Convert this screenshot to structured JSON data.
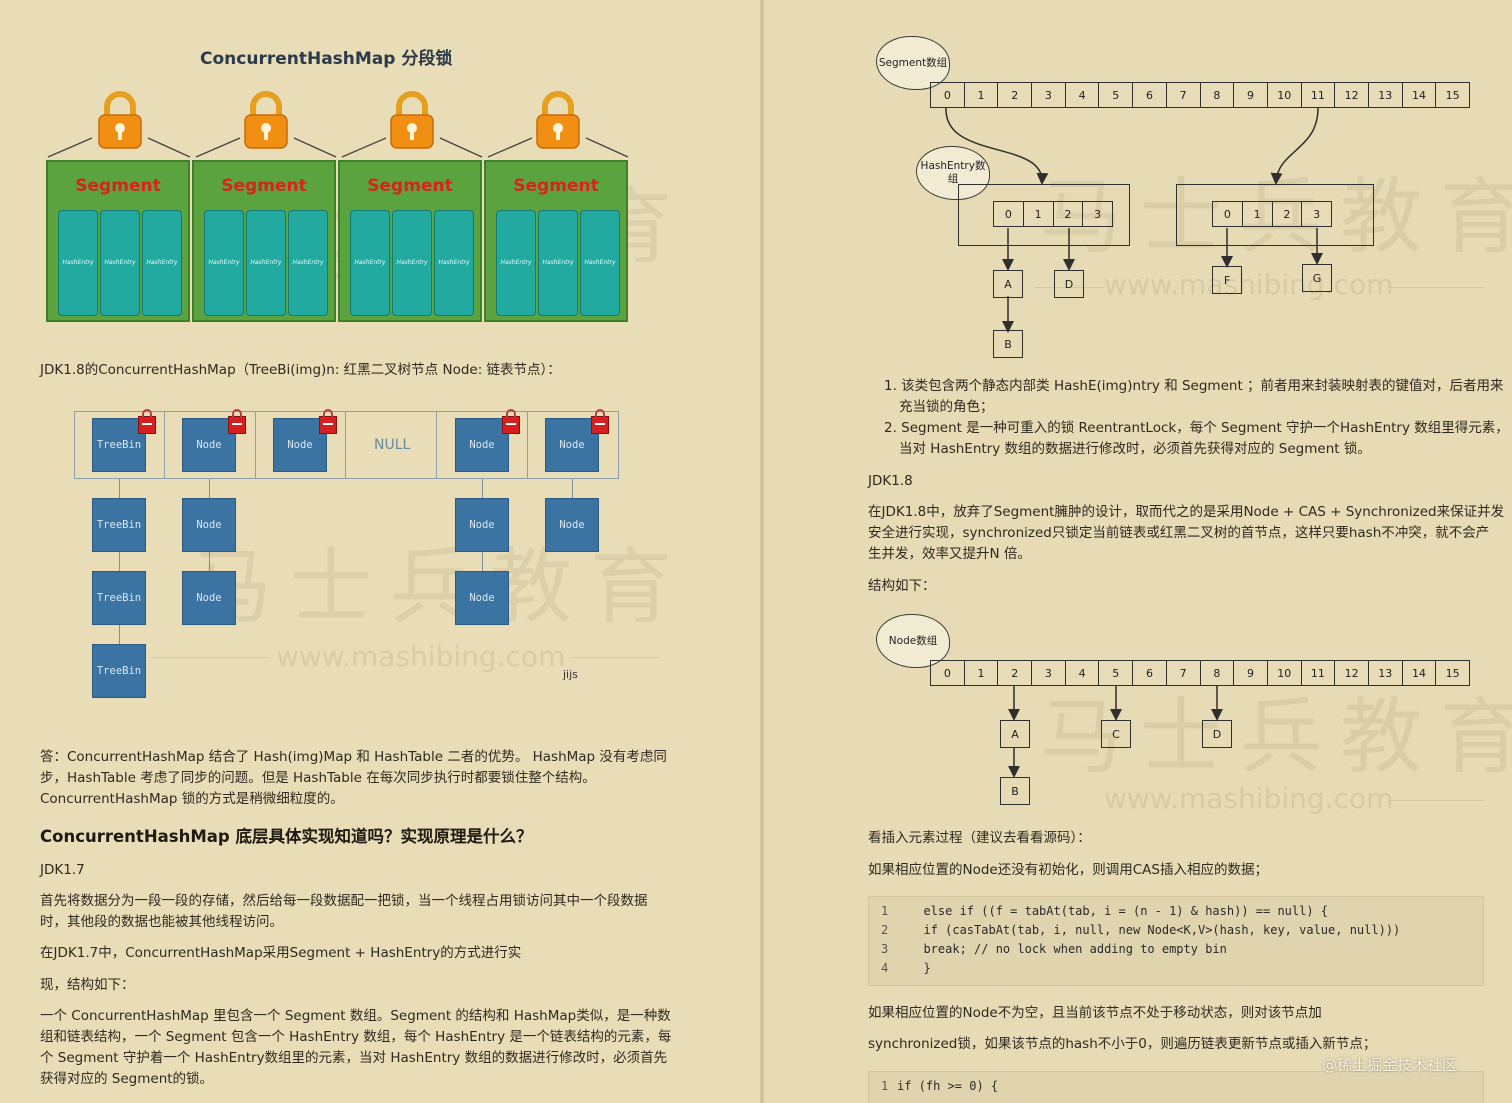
{
  "left": {
    "figure_title": "ConcurrentHashMap 分段锁",
    "segments": [
      {
        "label": "Segment",
        "entries": [
          "HashEntry",
          "HashEntry",
          "HashEntry"
        ]
      },
      {
        "label": "Segment",
        "entries": [
          "HashEntry",
          "HashEntry",
          "HashEntry"
        ]
      },
      {
        "label": "Segment",
        "entries": [
          "HashEntry",
          "HashEntry",
          "HashEntry"
        ]
      },
      {
        "label": "Segment",
        "entries": [
          "HashEntry",
          "HashEntry",
          "HashEntry"
        ]
      }
    ],
    "jdk18_caption": "JDK1.8的ConcurrentHashMap（TreeBi(img)n: 红黑二叉树节点 Node: 链表节点）：",
    "node_diagram": {
      "top_row": [
        "TreeBin",
        "Node",
        "Node",
        "NULL",
        "Node",
        "Node"
      ],
      "chains": [
        [
          "TreeBin",
          "TreeBin",
          "TreeBin"
        ],
        [
          "Node",
          "Node"
        ],
        [],
        [],
        [
          "Node",
          "Node"
        ],
        [
          "Node"
        ]
      ],
      "signature": "jijs"
    },
    "answer_1": "答：ConcurrentHashMap 结合了 Hash(img)Map 和 HashTable 二者的优势。 HashMap 没有考虑同",
    "answer_2": "步，HashTable 考虑了同步的问题。但是 HashTable 在每次同步执行时都要锁住整个结构。",
    "answer_3": "ConcurrentHashMap 锁的方式是稍微细粒度的。",
    "heading": "ConcurrentHashMap 底层具体实现知道吗？实现原理是什么？",
    "jdk17": "JDK1.7",
    "para1_1": "首先将数据分为一段一段的存储，然后给每一段数据配一把锁，当一个线程占用锁访问其中一个段数据",
    "para1_2": "时，其他段的数据也能被其他线程访问。",
    "para2": "在JDK1.7中，ConcurrentHashMap采用Segment + HashEntry的方式进行实",
    "para3": "现，结构如下：",
    "para4_1": "一个 ConcurrentHashMap 里包含一个 Segment 数组。Segment 的结构和 HashMap类似，是一种数",
    "para4_2": "组和链表结构，一个 Segment 包含一个 HashEntry 数组，每个 HashEntry 是一个链表结构的元素，每",
    "para4_3": "个 Segment 守护着一个 HashEntry数组里的元素，当对 HashEntry 数组的数据进行修改时，必须首先",
    "para4_4": "获得对应的 Segment的锁。",
    "watermark_cn": "马士兵教育",
    "watermark_url": "www.mashibing.com"
  },
  "right": {
    "diagram1": {
      "cloud_segment": "Segment数组",
      "cloud_hashentry": "HashEntry数组",
      "indices": [
        "0",
        "1",
        "2",
        "3",
        "4",
        "5",
        "6",
        "7",
        "8",
        "9",
        "10",
        "11",
        "12",
        "13",
        "14",
        "15"
      ],
      "inner_left": [
        "0",
        "1",
        "2",
        "3"
      ],
      "inner_right": [
        "0",
        "1",
        "2",
        "3"
      ],
      "nodes": {
        "a": "A",
        "b": "B",
        "d": "D",
        "f": "F",
        "g": "G"
      }
    },
    "list_1a": "1. 该类包含两个静态内部类 HashE(img)ntry 和 Segment ；前者用来封装映射表的键值对，后者用来",
    "list_1b": "充当锁的角色；",
    "list_2a": "2. Segment 是一种可重入的锁 ReentrantLock，每个 Segment 守护一个HashEntry 数组里得元素，",
    "list_2b": "当对 HashEntry 数组的数据进行修改时，必须首先获得对应的 Segment 锁。",
    "jdk18": "JDK1.8",
    "p1_1": "在JDK1.8中，放弃了Segment臃肿的设计，取而代之的是采用Node + CAS + Synchronized来保证并发",
    "p1_2": "安全进行实现，synchronized只锁定当前链表或红黑二叉树的首节点，这样只要hash不冲突，就不会产",
    "p1_3": "生并发，效率又提升N 倍。",
    "struct": "结构如下：",
    "diagram2": {
      "cloud_node": "Node数组",
      "indices": [
        "0",
        "1",
        "2",
        "3",
        "4",
        "5",
        "6",
        "7",
        "8",
        "9",
        "10",
        "11",
        "12",
        "13",
        "14",
        "15"
      ],
      "nodes": {
        "a": "A",
        "b": "B",
        "c": "C",
        "d": "D"
      }
    },
    "insert_title": "看插入元素过程（建议去看看源码）：",
    "insert_p1": "如果相应位置的Node还没有初始化，则调用CAS插入相应的数据；",
    "code1": [
      {
        "n": "1",
        "t": "  else if ((f = tabAt(tab, i = (n - 1) & hash)) == null) {"
      },
      {
        "n": "2",
        "t": "  if (casTabAt(tab, i, null, new Node<K,V>(hash, key, value, null)))"
      },
      {
        "n": "3",
        "t": "  break; // no lock when adding to empty bin"
      },
      {
        "n": "4",
        "t": "  }"
      }
    ],
    "insert_p2": "如果相应位置的Node不为空，且当前该节点不处于移动状态，则对该节点加",
    "insert_p3": "synchronized锁，如果该节点的hash不小于0，则遍历链表更新节点或插入新节点；",
    "code2": [
      {
        "n": "1",
        "t": "if (fh >= 0) {"
      }
    ],
    "credit": "@稀土掘金技术社区"
  }
}
